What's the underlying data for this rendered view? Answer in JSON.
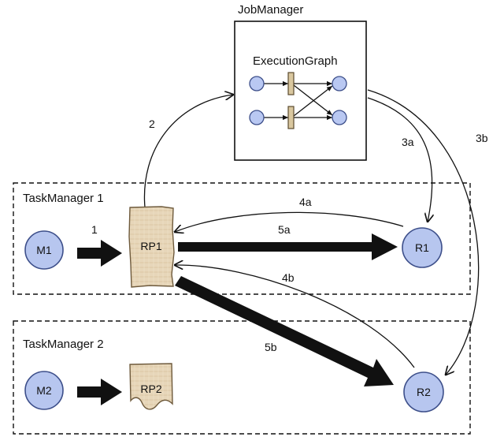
{
  "job_manager": {
    "title": "JobManager",
    "graph_title": "ExecutionGraph"
  },
  "task_managers": [
    {
      "title": "TaskManager 1"
    },
    {
      "title": "TaskManager 2"
    }
  ],
  "nodes": {
    "m1": "M1",
    "m2": "M2",
    "rp1": "RP1",
    "rp2": "RP2",
    "r1": "R1",
    "r2": "R2"
  },
  "steps": {
    "s1": "1",
    "s2": "2",
    "s3a": "3a",
    "s3b": "3b",
    "s4a": "4a",
    "s4b": "4b",
    "s5a": "5a",
    "s5b": "5b"
  },
  "colors": {
    "circle_fill": "#b7c6ef",
    "circle_stroke": "#3d4f8a",
    "partition_fill": "#e7d6b9",
    "partition_stroke": "#6e5a3c",
    "small_circle_fill": "#b9c8f2",
    "bar_fill": "#d9c79f",
    "line": "#111111"
  }
}
